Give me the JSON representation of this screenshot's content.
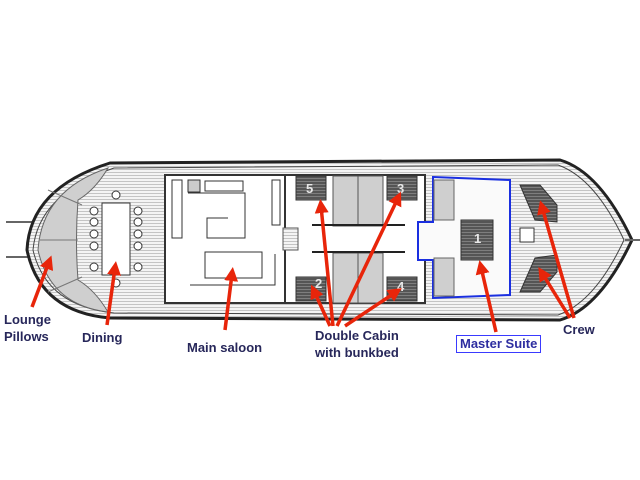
{
  "labels": {
    "lounge": "Lounge",
    "pillows": "Pillows",
    "dining": "Dining",
    "saloon": "Main saloon",
    "double_cabin_1": "Double Cabin",
    "double_cabin_2": "with bunkbed",
    "master": "Master Suite",
    "crew": "Crew"
  },
  "cabins": [
    "1",
    "2",
    "3",
    "4",
    "5"
  ],
  "colors": {
    "arrow": "#e8250a",
    "label": "#27275a",
    "master_outline": "#1a2fe0"
  }
}
